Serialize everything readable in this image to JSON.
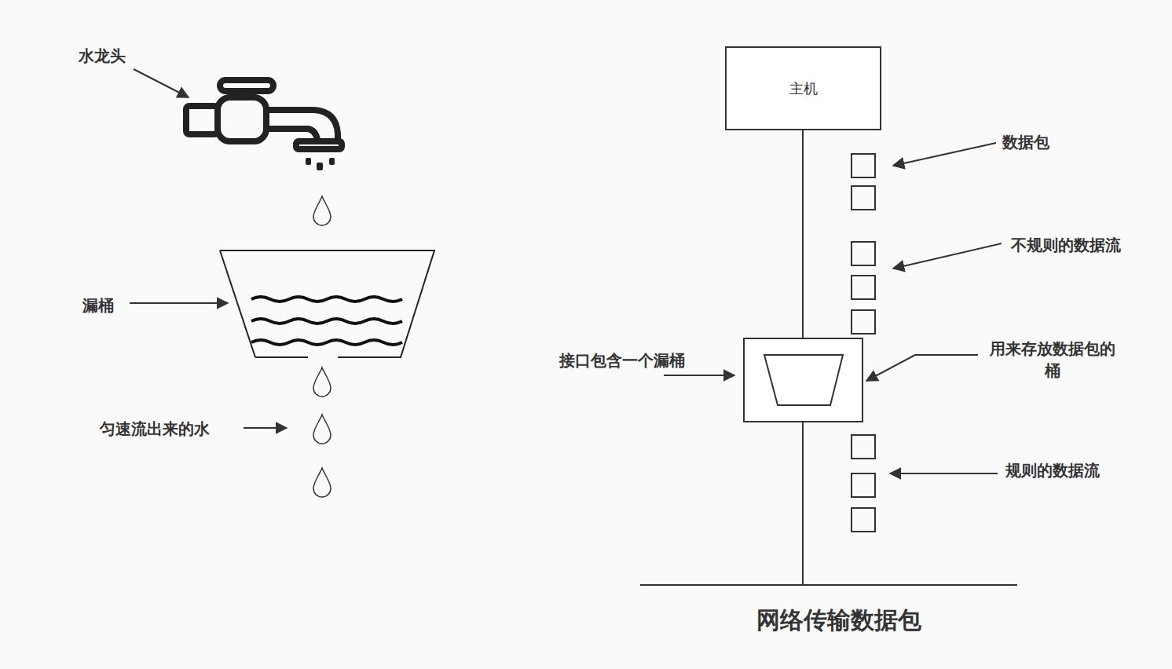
{
  "diagram": {
    "caption": "网络传输数据包",
    "nodes": [
      {
        "text": [
          "主机"
        ]
      }
    ],
    "labels": [
      "水龙头",
      "漏桶",
      "匀速流出来的水",
      "数据包",
      "不规则的数据流",
      "接口包含一个漏桶",
      "用来存放数据包的 桶",
      "规则的数据流"
    ]
  }
}
